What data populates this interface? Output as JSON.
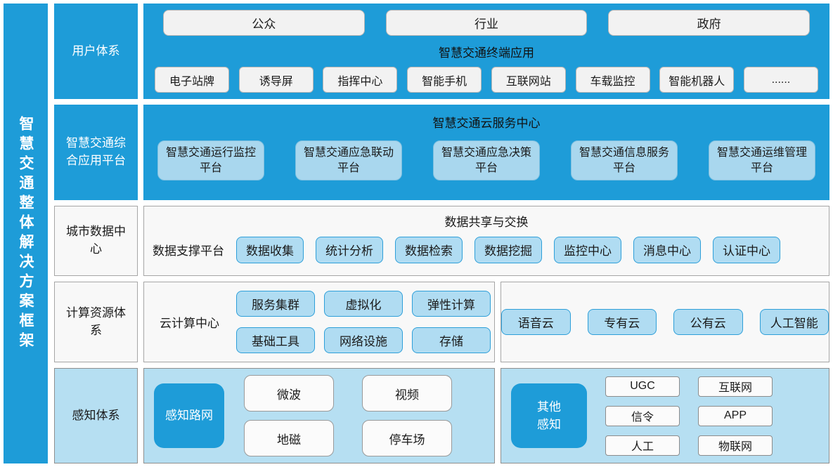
{
  "sidebar": {
    "title": "智慧交通整体解决方案框架"
  },
  "user_system": {
    "label": "用户体系",
    "top_buttons": [
      "公众",
      "行业",
      "政府"
    ],
    "center_label": "智慧交通终端应用",
    "bottom_buttons": [
      "电子站牌",
      "诱导屏",
      "指挥中心",
      "智能手机",
      "互联网站",
      "车载监控",
      "智能机器人",
      "......"
    ]
  },
  "app_platform": {
    "label": "智慧交通综合应用平台",
    "center_label": "智慧交通云服务中心",
    "buttons": [
      "智慧交通运行监控平台",
      "智慧交通应急联动平台",
      "智慧交通应急决策平台",
      "智慧交通信息服务平台",
      "智慧交通运维管理平台"
    ]
  },
  "data_center": {
    "label": "城市数据中心",
    "center_label": "数据共享与交换",
    "platform_label": "数据支撑平台",
    "buttons": [
      "数据收集",
      "统计分析",
      "数据检索",
      "数据挖掘",
      "监控中心",
      "消息中心",
      "认证中心"
    ]
  },
  "computing": {
    "label": "计算资源体系",
    "platform_label": "云计算中心",
    "buttons": [
      "服务集群",
      "虚拟化",
      "弹性计算",
      "基础工具",
      "网络设施",
      "存储"
    ],
    "right_buttons": [
      "语音云",
      "专有云",
      "公有云",
      "人工智能"
    ]
  },
  "perception": {
    "label": "感知体系",
    "road_label": "感知路网",
    "road_buttons": [
      "微波",
      "视频",
      "地磁",
      "停车场"
    ],
    "other_label": "其他感知",
    "other_buttons": [
      "UGC",
      "信令",
      "人工",
      "互联网",
      "APP",
      "物联网"
    ]
  },
  "colors": {
    "primary_blue": "#1E9CD8",
    "light_blue_button": "#A9D7EE",
    "pale_blue_panel": "#B6DFF2",
    "gray_panel": "#F8F8F8",
    "white_button": "#F2F2F2",
    "blue_button_border": "#2E9FD9"
  }
}
